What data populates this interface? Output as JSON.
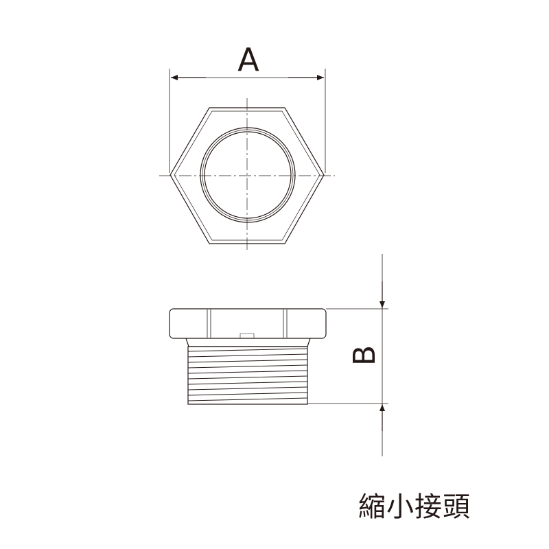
{
  "dimensions": {
    "a_label": "A",
    "b_label": "B"
  },
  "title": "縮小接頭",
  "colors": {
    "line": "#231815",
    "background": "#ffffff"
  }
}
